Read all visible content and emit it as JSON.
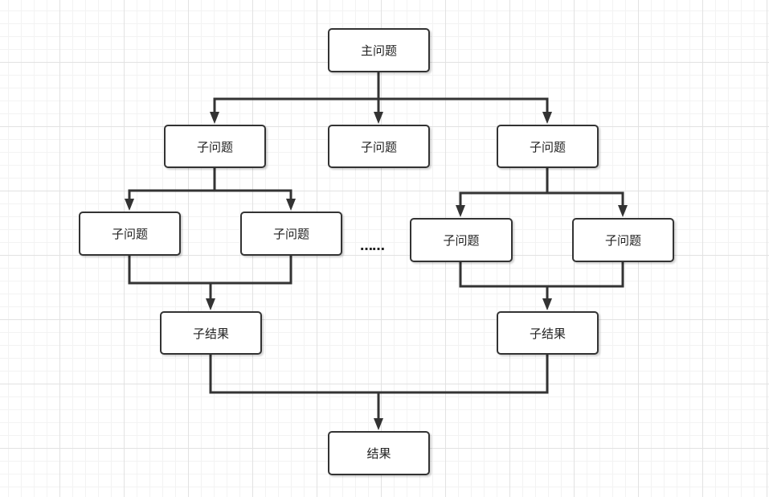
{
  "diagram": {
    "nodes": {
      "main": "主问题",
      "sub_left": "子问题",
      "sub_middle": "子问题",
      "sub_right": "子问题",
      "sub_left_a": "子问题",
      "sub_left_b": "子问题",
      "sub_right_a": "子问题",
      "sub_right_b": "子问题",
      "subresult_left": "子结果",
      "subresult_right": "子结果",
      "result": "结果"
    },
    "ellipsis": "……",
    "colors": {
      "stroke": "#333333",
      "node_fill": "#ffffff",
      "grid": "#e2e2e2"
    }
  }
}
